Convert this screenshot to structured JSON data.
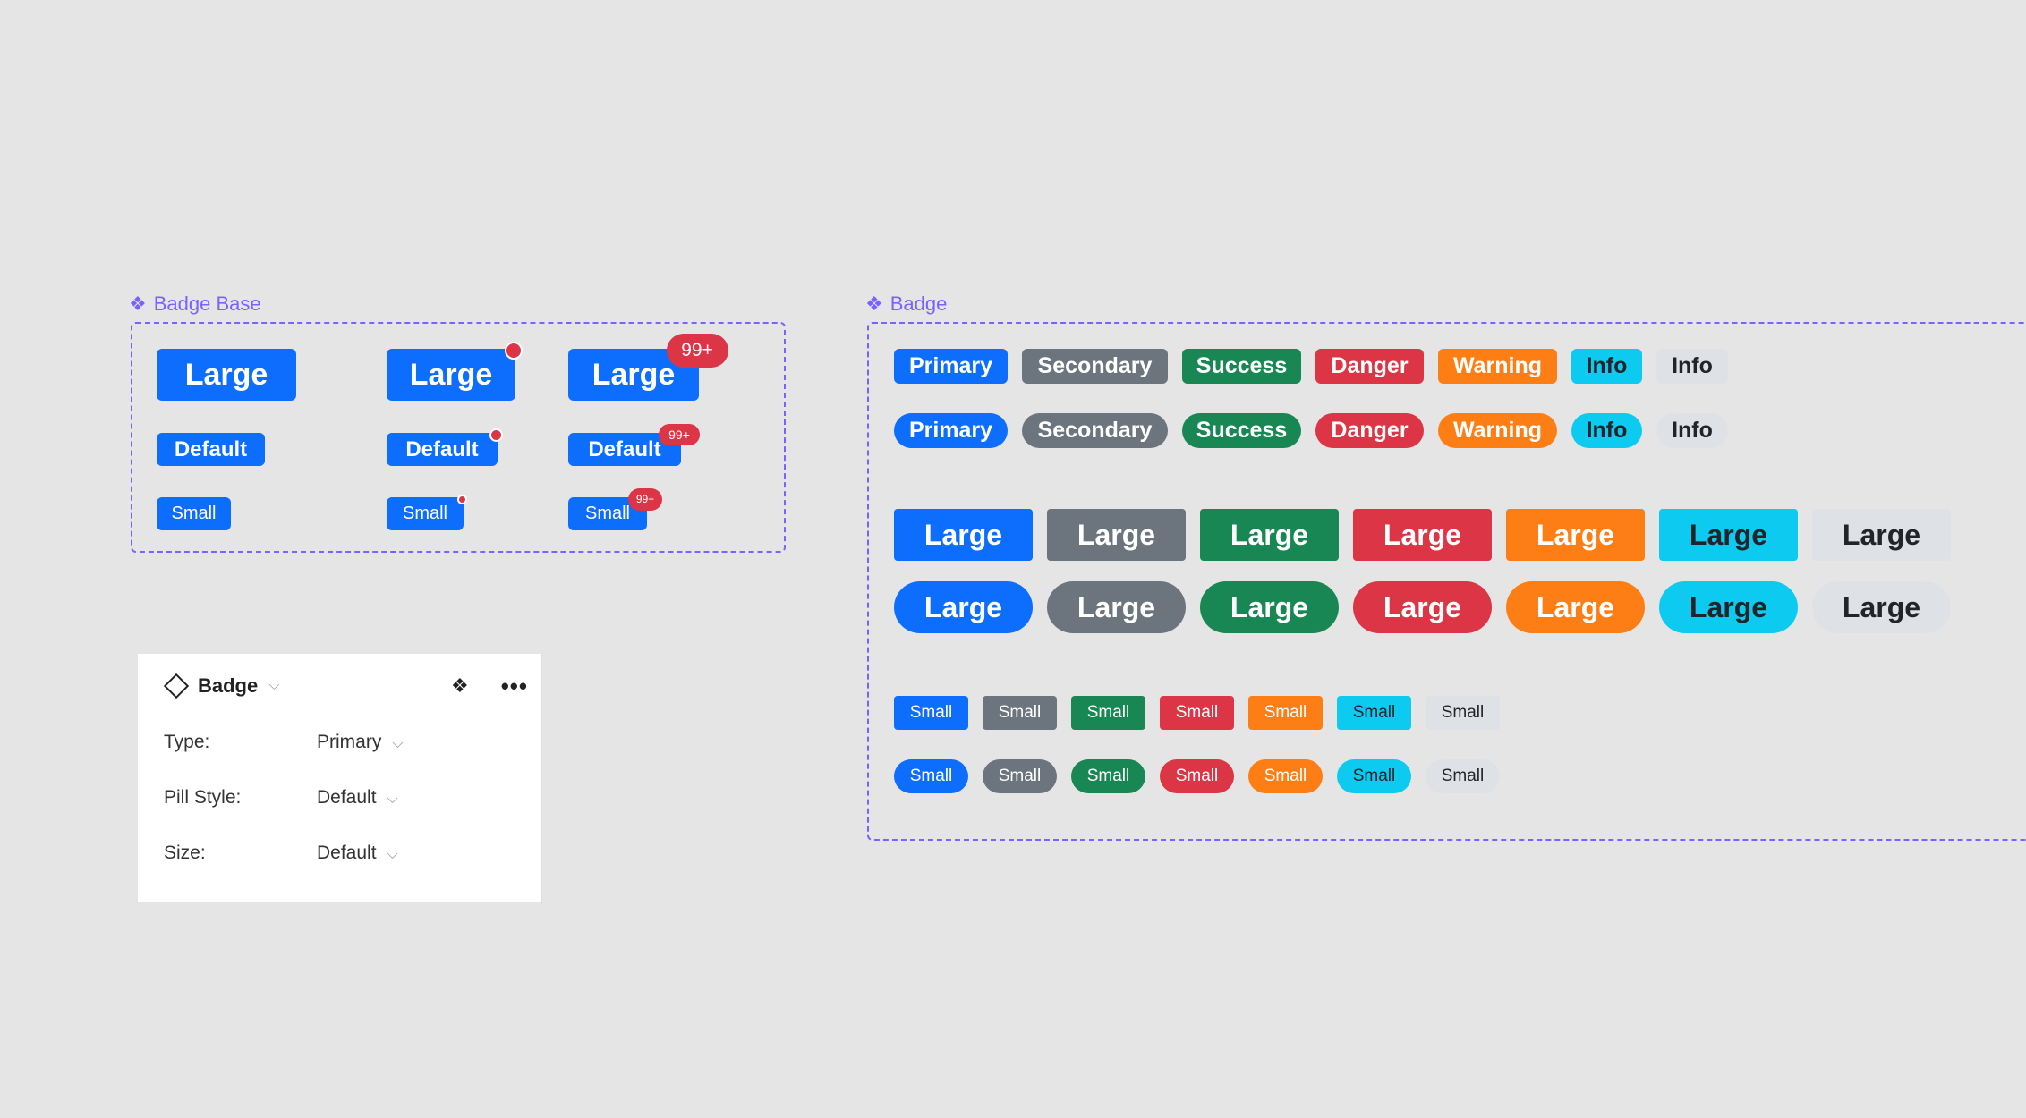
{
  "colors": {
    "primary": "#0d6efd",
    "secondary": "#6c757d",
    "success": "#198754",
    "danger": "#dc3545",
    "warning": "#fd7e14",
    "info": "#0dcaf0",
    "light": "#dee2e6",
    "frame": "#7b61ff"
  },
  "badge_base": {
    "label": "Badge Base",
    "icon": "component-set-icon",
    "rows": [
      {
        "size": "large",
        "text": "Large"
      },
      {
        "size": "default",
        "text": "Default"
      },
      {
        "size": "small",
        "text": "Small"
      }
    ],
    "count_label": "99+"
  },
  "badge": {
    "label": "Badge",
    "icon": "component-set-icon",
    "default_badges": [
      {
        "text": "Primary",
        "type": "primary"
      },
      {
        "text": "Secondary",
        "type": "secondary"
      },
      {
        "text": "Success",
        "type": "success"
      },
      {
        "text": "Danger",
        "type": "danger"
      },
      {
        "text": "Warning",
        "type": "warning"
      },
      {
        "text": "Info",
        "type": "info"
      },
      {
        "text": "Info",
        "type": "light"
      }
    ],
    "large_text": "Large",
    "small_text": "Small",
    "types": [
      "primary",
      "secondary",
      "success",
      "danger",
      "warning",
      "info",
      "light"
    ]
  },
  "panel": {
    "title": "Badge",
    "properties": [
      {
        "label": "Type:",
        "value": "Primary"
      },
      {
        "label": "Pill Style:",
        "value": "Default"
      },
      {
        "label": "Size:",
        "value": "Default"
      }
    ]
  }
}
